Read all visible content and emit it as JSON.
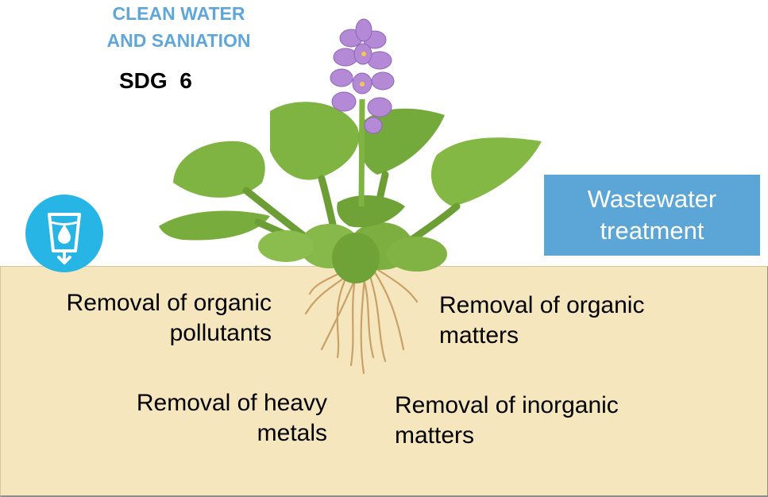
{
  "sdg": {
    "title_line1": "CLEAN WATER",
    "title_line2": "AND SANIATION",
    "number_label": "SDG  6"
  },
  "wastewater_box": {
    "line1": "Wastewater",
    "line2": "treatment"
  },
  "labels": {
    "organic_pollutants": {
      "line1": "Removal of organic",
      "line2": "pollutants"
    },
    "organic_matters": {
      "line1": "Removal of organic",
      "line2": "matters"
    },
    "heavy_metals": {
      "line1": "Removal of heavy",
      "line2": "metals"
    },
    "inorganic_matters": {
      "line1": "Removal of inorganic",
      "line2": "matters"
    }
  },
  "icons": {
    "sdg_icon": "water-glass-drop-icon",
    "plant": "water-hyacinth-plant"
  },
  "colors": {
    "sdg_blue": "#5fa7da",
    "box_blue": "#5ba6d6",
    "soil": "#f6e6be",
    "leaf": "#7fb342",
    "flower": "#b48ad6",
    "root": "#c9a066"
  }
}
